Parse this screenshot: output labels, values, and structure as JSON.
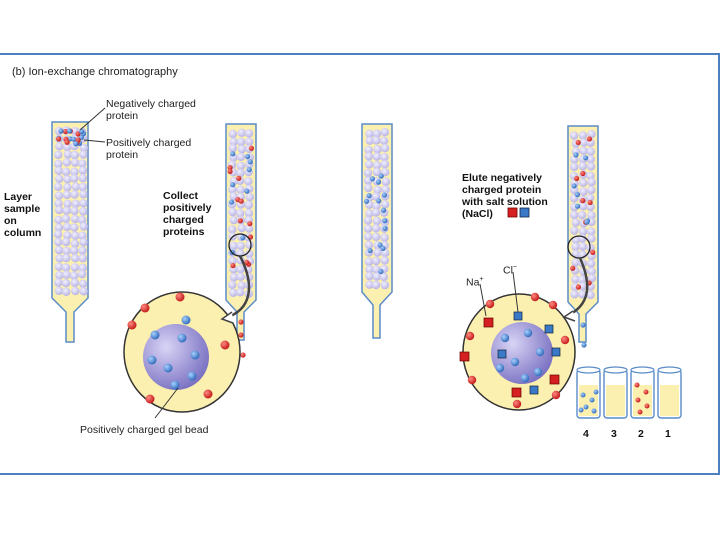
{
  "title": "(b) Ion-exchange chromatography",
  "labels": {
    "neg_line1": "Negatively charged",
    "neg_line2": "protein",
    "pos_line1": "Positively charged",
    "pos_line2": "protein",
    "layer": [
      "Layer",
      "sample",
      "on",
      "column"
    ],
    "collect": [
      "Collect",
      "positively",
      "charged",
      "proteins"
    ],
    "elute": [
      "Elute negatively",
      "charged protein",
      "with salt solution",
      "(NaCl)"
    ],
    "na": "Na",
    "cl": "Cl",
    "gel_bead": "Positively charged gel bead"
  },
  "tubes": [
    "4",
    "3",
    "2",
    "1"
  ],
  "colors": {
    "frame": "#4a7fc0",
    "column_fill": "#fbf0b0",
    "bead": "#c9c5ec",
    "gel_bead": "#a59ddc",
    "protein_red": "#d42020",
    "protein_blue": "#3a78c8"
  }
}
